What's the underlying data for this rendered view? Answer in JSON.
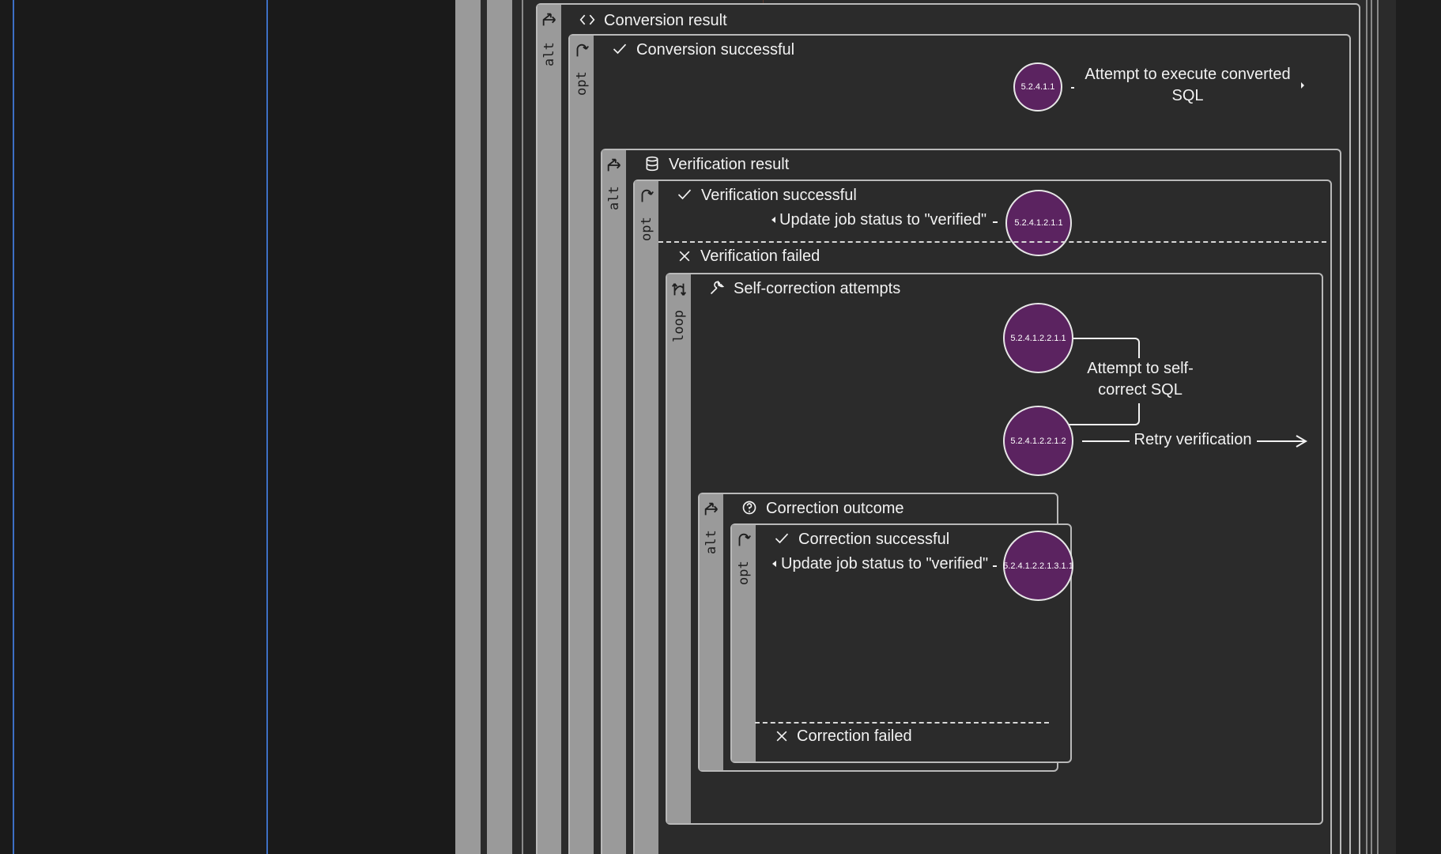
{
  "frames": {
    "conversion_result": {
      "keyword": "alt",
      "title": "Conversion result"
    },
    "conversion_successful": {
      "keyword": "opt",
      "title": "Conversion successful"
    },
    "verification_result": {
      "keyword": "alt",
      "title": "Verification result"
    },
    "verification_successful": {
      "keyword": "opt",
      "title": "Verification successful"
    },
    "verification_failed": {
      "title": "Verification failed"
    },
    "self_correction": {
      "keyword": "loop",
      "title": "Self-correction attempts"
    },
    "correction_outcome": {
      "keyword": "alt",
      "title": "Correction outcome"
    },
    "correction_successful": {
      "keyword": "opt",
      "title": "Correction successful"
    },
    "correction_failed": {
      "title": "Correction failed"
    }
  },
  "nodes": {
    "n1": "5.2.4.1.1",
    "n2": "5.2.4.1.2.1.1",
    "n3": "5.2.4.1.2.2.1.1",
    "n4": "5.2.4.1.2.2.1.2",
    "n5": "5.2.4.1.2.2.1.3.1.1"
  },
  "messages": {
    "execute_sql": "Attempt to execute converted SQL",
    "update_verified_1": "Update job status to \"verified\"",
    "self_correct": "Attempt to self-correct SQL",
    "retry_verification": "Retry verification",
    "update_verified_2": "Update job status to \"verified\""
  },
  "colors": {
    "background": "#1a1a1a",
    "panel": "#2b2b2b",
    "frame_border": "#b9b9b9",
    "frame_tab": "#9a9a9a",
    "node_fill": "#5b2360",
    "lifeline": "#3d6fc4"
  },
  "icons": {
    "alt": "branch-icon",
    "opt": "optional-arrow-icon",
    "loop": "loop-arrows-icon",
    "code": "code-brackets-icon",
    "check": "check-icon",
    "database": "database-icon",
    "cross": "x-icon",
    "wrench": "wrench-icon",
    "question": "question-circle-icon"
  }
}
